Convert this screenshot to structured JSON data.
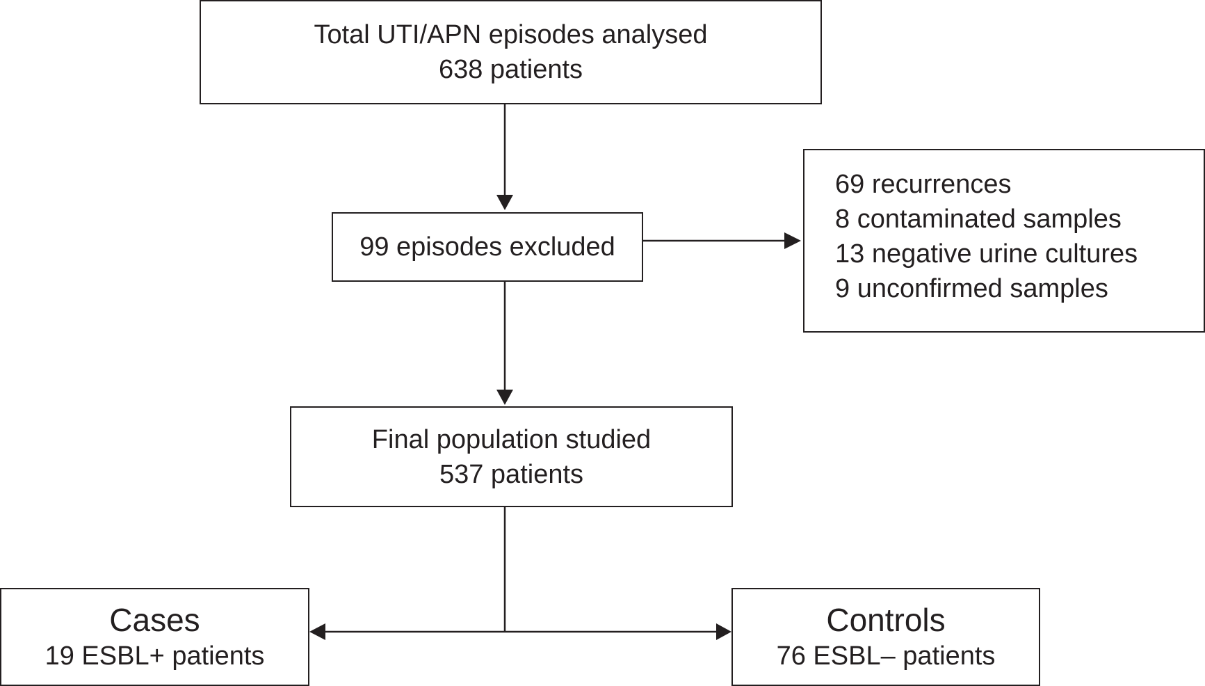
{
  "total": {
    "title": "Total UTI/APN episodes analysed",
    "count": "638 patients"
  },
  "excluded": {
    "label": "99 episodes excluded"
  },
  "exclusion_reasons": [
    "69 recurrences",
    "8 contaminated samples",
    "13 negative urine cultures",
    "9 unconfirmed samples"
  ],
  "final": {
    "title": "Final population studied",
    "count": "537 patients"
  },
  "cases": {
    "title": "Cases",
    "count": "19 ESBL+ patients"
  },
  "controls": {
    "title": "Controls",
    "count": "76 ESBL– patients"
  },
  "colors": {
    "stroke": "#231f20",
    "background": "#ffffff"
  }
}
